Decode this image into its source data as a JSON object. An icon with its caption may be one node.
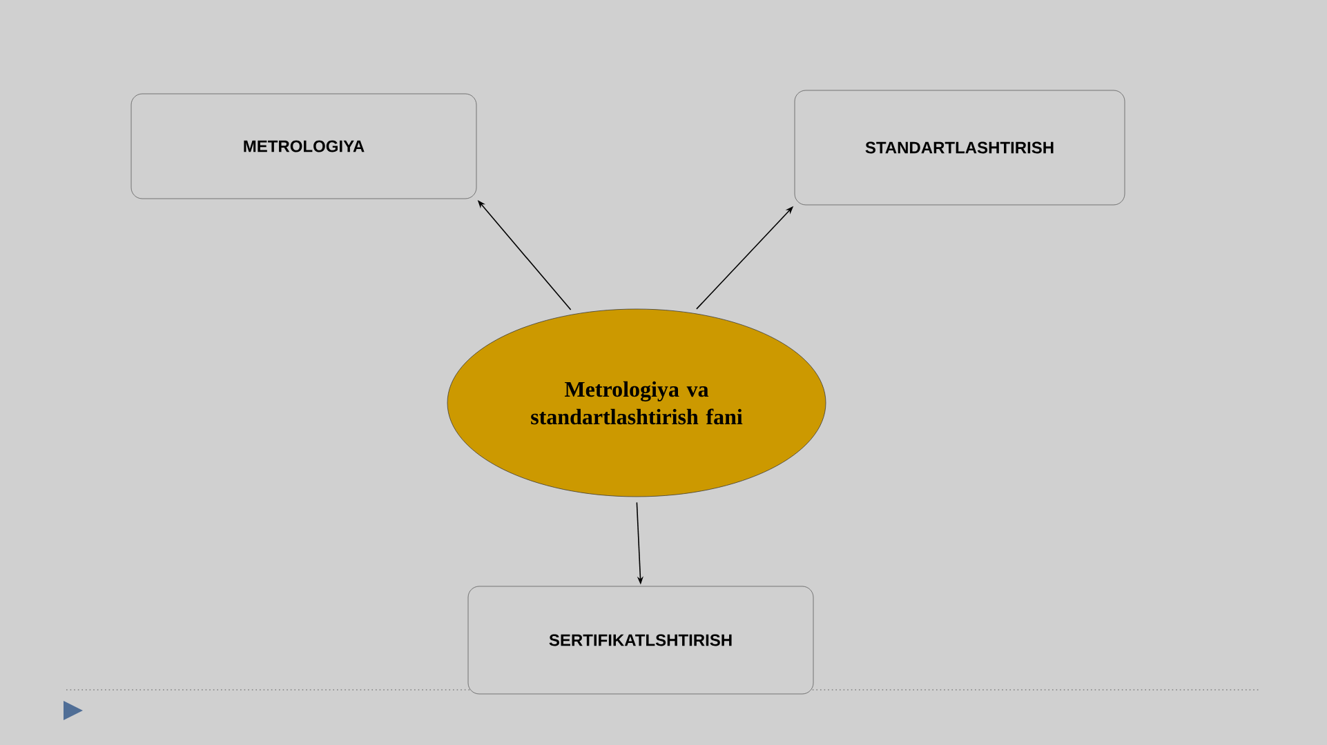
{
  "diagram": {
    "nodes": [
      {
        "text": [
          "Metrologiya va standartlashtirish fani"
        ]
      },
      {
        "text": [
          "METROLOGIYA"
        ]
      },
      {
        "text": [
          "STANDARTLASHTIRISH"
        ]
      },
      {
        "text": [
          "SERTIFIKATLSHTIRISH"
        ]
      }
    ],
    "edges": [
      {
        "from": 0,
        "to": 1,
        "arrow": "to"
      },
      {
        "from": 0,
        "to": 2,
        "arrow": "to"
      },
      {
        "from": 0,
        "to": 3,
        "arrow": "to"
      }
    ]
  }
}
